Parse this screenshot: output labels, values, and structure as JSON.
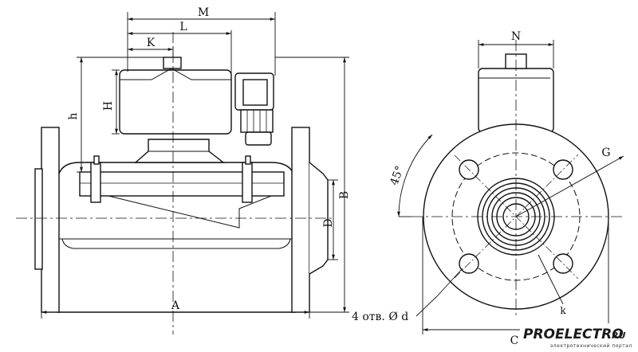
{
  "dimensions": {
    "M": "M",
    "L": "L",
    "K": "K",
    "H": "H",
    "h": "h",
    "B": "B",
    "D": "D",
    "A": "A",
    "N": "N",
    "G": "G",
    "k": "k",
    "C": "C",
    "angle": "45°",
    "holes": "4 отв. Ø d"
  },
  "logo": {
    "main": "PROELECTRO",
    "suffix": "RU",
    "tagline": "электротехнический портал"
  },
  "colors": {
    "line": "#111111",
    "background": "#ffffff"
  }
}
